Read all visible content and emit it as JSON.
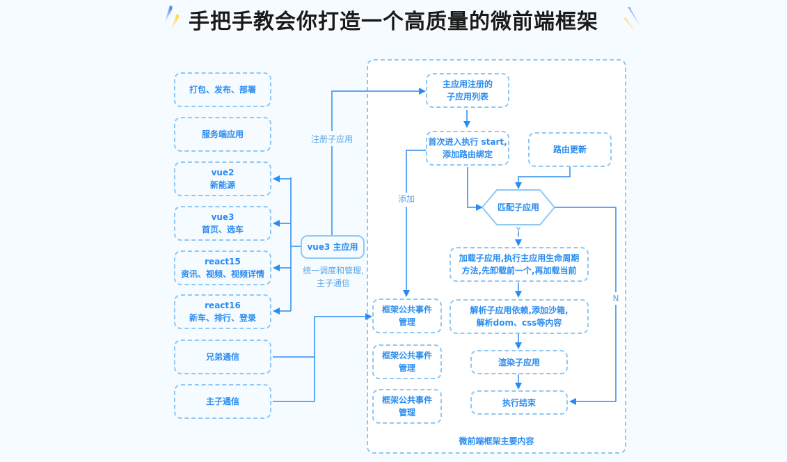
{
  "title": "手把手教会你打造一个高质量的微前端框架",
  "colors": {
    "line": "#2a8cf0",
    "border": "#8ec8f5",
    "text": "#2a8cf0",
    "label": "#5aa7ea",
    "background": "#f6fbff"
  },
  "left_column": {
    "items": [
      {
        "line1": "打包、发布、部署",
        "line2": ""
      },
      {
        "line1": "服务端应用",
        "line2": ""
      },
      {
        "line1": "vue2",
        "line2": "新能源"
      },
      {
        "line1": "vue3",
        "line2": "首页、选车"
      },
      {
        "line1": "react15",
        "line2": "资讯、视频、视频详情"
      },
      {
        "line1": "react16",
        "line2": "新车、排行、登录"
      },
      {
        "line1": "兄弟通信",
        "line2": ""
      },
      {
        "line1": "主子通信",
        "line2": ""
      }
    ]
  },
  "main_app": {
    "label": "vue3 主应用",
    "caption_line1": "统一调度和管理,",
    "caption_line2": "主子通信"
  },
  "edge_labels": {
    "register": "注册子应用",
    "add": "添加",
    "yes": "Y",
    "no": "N"
  },
  "framework": {
    "caption": "微前端框架主要内容",
    "registered_list": {
      "line1": "主应用注册的",
      "line2": "子应用列表"
    },
    "first_start": {
      "line1": "首次进入执行 start,",
      "line2": "添加路由绑定"
    },
    "route_update": "路由更新",
    "match": "匹配子应用",
    "load": {
      "line1": "加载子应用,执行主应用生命周期",
      "line2": "方法,先卸载前一个,再加载当前"
    },
    "parse": {
      "line1": "解析子应用依赖,添加沙箱,",
      "line2": "解析dom、css等内容"
    },
    "render": "渲染子应用",
    "end": "执行结束",
    "event_boxes": [
      {
        "line1": "框架公共事件",
        "line2": "管理"
      },
      {
        "line1": "框架公共事件",
        "line2": "管理"
      },
      {
        "line1": "框架公共事件",
        "line2": "管理"
      }
    ]
  }
}
